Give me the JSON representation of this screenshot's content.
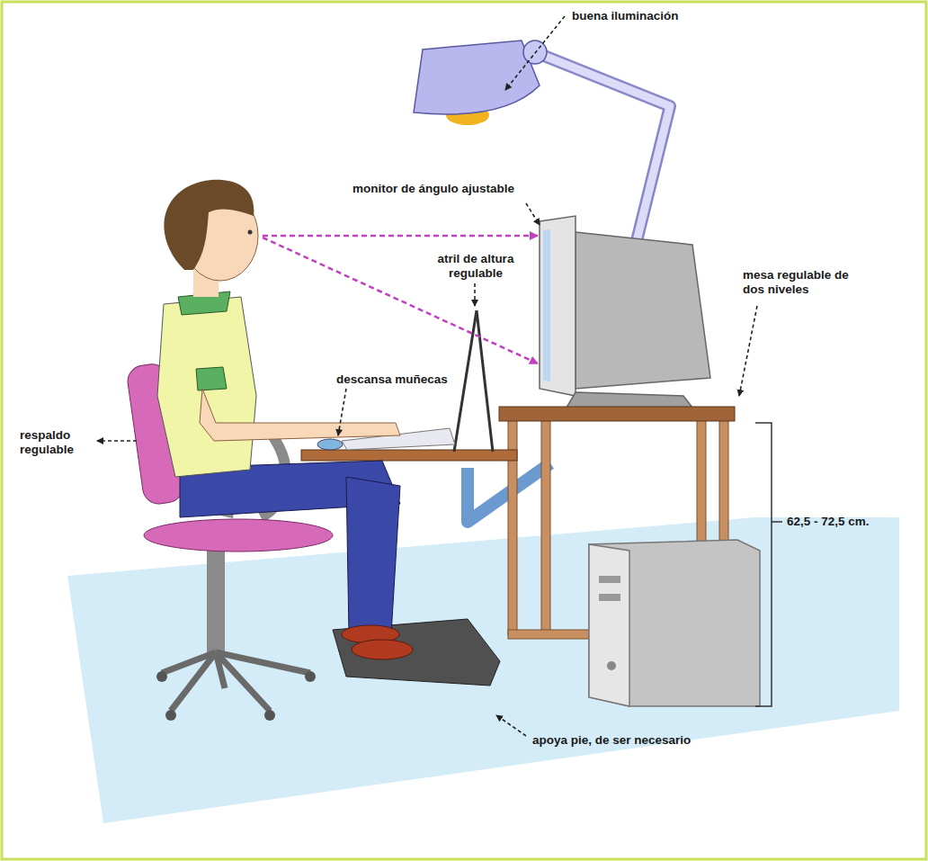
{
  "diagram": {
    "labels": [
      "buena iluminación",
      "monitor de ángulo ajustable",
      "atril de altura regulable",
      "mesa regulable de dos niveles",
      "descansa muñecas",
      "respaldo regulable",
      "62,5 - 72,5 cm.",
      "apoya pie, de ser necesario"
    ]
  }
}
